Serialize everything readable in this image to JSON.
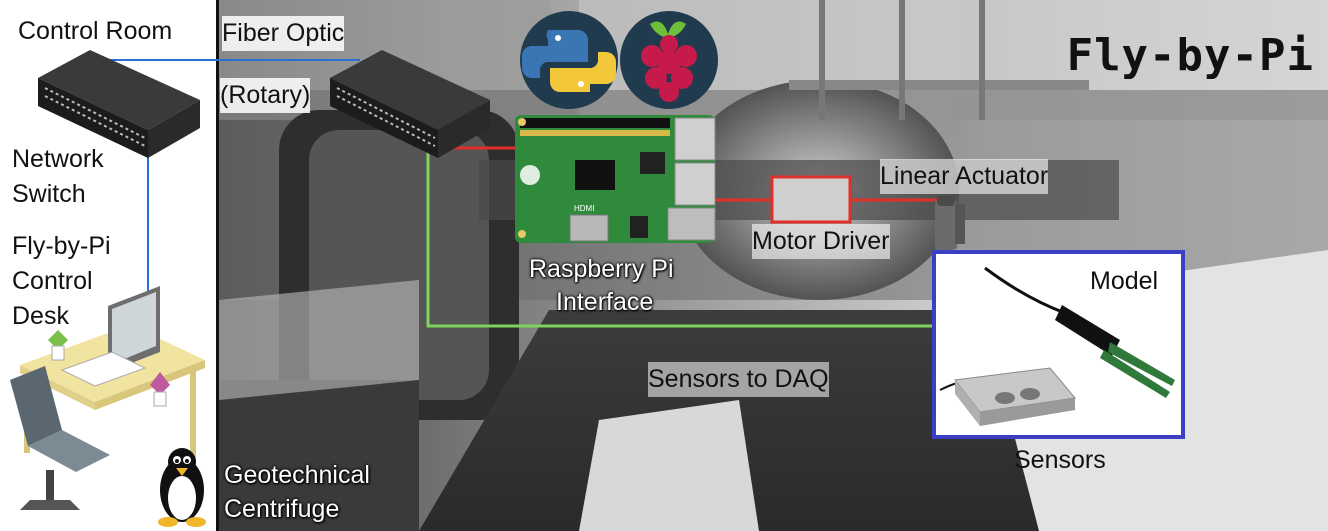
{
  "title": "Fly-by-Pi",
  "labels": {
    "control_room": "Control Room",
    "network_switch": [
      "Network",
      "Switch"
    ],
    "control_desk": [
      "Fly-by-Pi",
      "Control",
      "Desk"
    ],
    "fiber_optic": "Fiber Optic",
    "rotary": "(Rotary)",
    "raspberry_pi": [
      "Raspberry Pi",
      "Interface"
    ],
    "motor_driver": "Motor Driver",
    "linear_actuator": "Linear Actuator",
    "model": "Model",
    "sensors_to_daq": "Sensors to DAQ",
    "sensors": "Sensors",
    "centrifuge": [
      "Geotechnical",
      "Centrifuge"
    ]
  },
  "board_text": {
    "hdmi": "HDMI"
  },
  "icons": [
    "python-logo-icon",
    "raspberry-logo-icon",
    "tux-penguin-icon",
    "network-switch-icon"
  ],
  "colors": {
    "fiber_link": "#2a6fd6",
    "red_link": "#e0302a",
    "green_link": "#7fd35a",
    "model_box": "#3a3fc4",
    "driver_box": "#e0302a",
    "board_green": "#2f8a3c"
  }
}
